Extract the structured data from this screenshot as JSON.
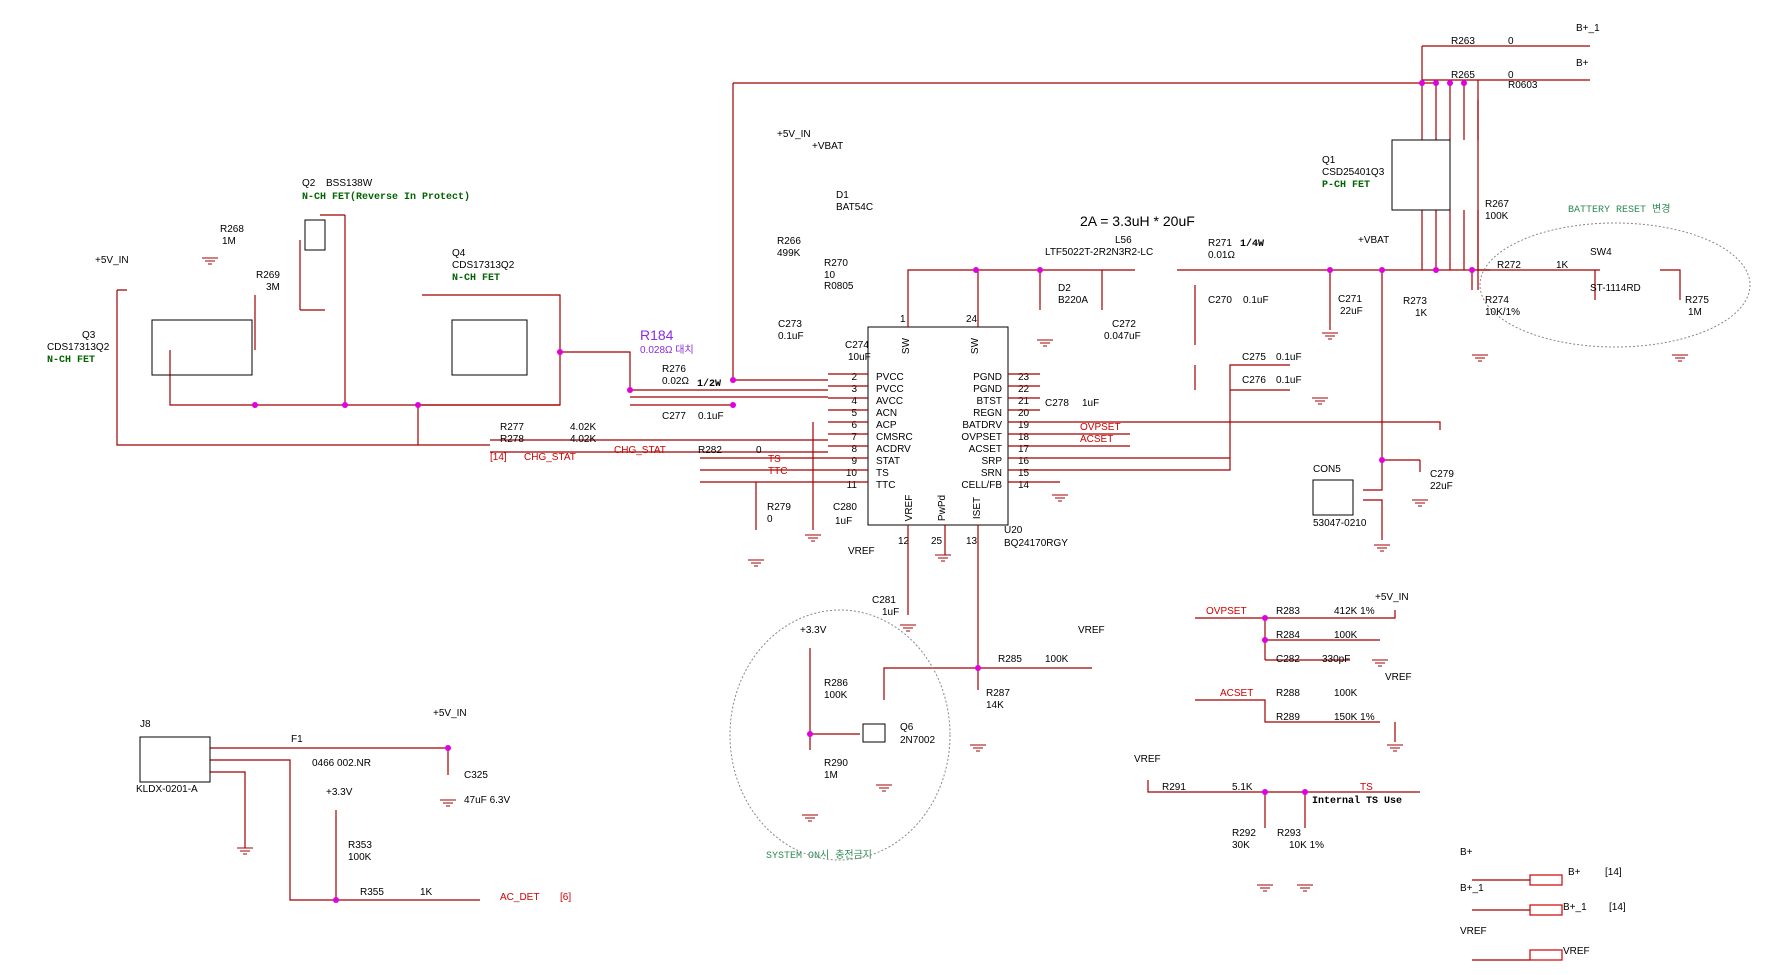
{
  "schematic": {
    "ic": {
      "ref": "U20",
      "part": "BQ24170RGY",
      "left_pins": [
        [
          "2",
          "PVCC"
        ],
        [
          "3",
          "PVCC"
        ],
        [
          "4",
          "AVCC"
        ],
        [
          "5",
          "ACN"
        ],
        [
          "6",
          "ACP"
        ],
        [
          "7",
          "CMSRC"
        ],
        [
          "8",
          "ACDRV"
        ],
        [
          "9",
          "STAT"
        ],
        [
          "10",
          "TS"
        ],
        [
          "11",
          "TTC"
        ]
      ],
      "right_pins": [
        [
          "23",
          "PGND"
        ],
        [
          "22",
          "PGND"
        ],
        [
          "21",
          "BTST"
        ],
        [
          "20",
          "REGN"
        ],
        [
          "19",
          "BATDRV"
        ],
        [
          "18",
          "OVPSET"
        ],
        [
          "17",
          "ACSET"
        ],
        [
          "16",
          "SRP"
        ],
        [
          "15",
          "SRN"
        ],
        [
          "14",
          "CELL/FB"
        ]
      ],
      "top_pins": [
        [
          "1",
          "SW"
        ],
        [
          "24",
          "SW"
        ]
      ],
      "bottom_pins": [
        [
          "12",
          "VREF"
        ],
        [
          "25",
          "PwPd"
        ],
        [
          "13",
          "ISET"
        ]
      ]
    },
    "annotations": {
      "charge": "2A = 3.3uH * 20uF",
      "r184": "R184",
      "r184_val": "0.028Ω 대치",
      "battery_reset": "BATTERY RESET 변경",
      "system_on": "SYSTEM ON시 충전금지",
      "internal_ts": "Internal TS Use",
      "half_watt": "1/2W",
      "quarter_watt": "1/4W"
    },
    "fets": {
      "q1": {
        "ref": "Q1",
        "part": "CSD25401Q3",
        "type": "P-CH FET"
      },
      "q2": {
        "ref": "Q2",
        "part": "BSS138W",
        "type": "N-CH FET(Reverse In Protect)"
      },
      "q3": {
        "ref": "Q3",
        "part": "CDS17313Q2",
        "type": "N-CH FET"
      },
      "q4": {
        "ref": "Q4",
        "part": "CDS17313Q2",
        "type": "N-CH FET"
      },
      "q6": {
        "ref": "Q6",
        "part": "2N7002"
      }
    },
    "nets": {
      "vin": "+5V_IN",
      "vbat": "+VBAT",
      "vref": "VREF",
      "v33": "+3.3V",
      "bplus": "B+",
      "bplus1": "B+_1",
      "ts": "TS",
      "ttc": "TTC",
      "chg_stat": "CHG_STAT",
      "ovpset": "OVPSET",
      "acset": "ACSET",
      "ac_det": "AC_DET",
      "ref14": "[14]",
      "ref6": "[6]"
    },
    "components": [
      {
        "id": "r263",
        "ref": "R263",
        "val": "0"
      },
      {
        "id": "r265",
        "ref": "R265",
        "val": "0",
        "extra": "R0603"
      },
      {
        "id": "r267",
        "ref": "R267",
        "val": "100K"
      },
      {
        "id": "r268",
        "ref": "R268",
        "val": "1M"
      },
      {
        "id": "r269",
        "ref": "R269",
        "val": "3M"
      },
      {
        "id": "r266",
        "ref": "R266",
        "val": "499K"
      },
      {
        "id": "r270",
        "ref": "R270",
        "val": "10",
        "extra": "R0805"
      },
      {
        "id": "d1",
        "ref": "D1",
        "val": "BAT54C"
      },
      {
        "id": "d2",
        "ref": "D2",
        "val": "B220A"
      },
      {
        "id": "l56",
        "ref": "L56",
        "val": "LTF5022T-2R2N3R2-LC"
      },
      {
        "id": "r271",
        "ref": "R271",
        "val": "0.01Ω"
      },
      {
        "id": "c270",
        "ref": "C270",
        "val": "0.1uF"
      },
      {
        "id": "c271",
        "ref": "C271",
        "val": "22uF"
      },
      {
        "id": "c272",
        "ref": "C272",
        "val": "0.047uF"
      },
      {
        "id": "r273",
        "ref": "R273",
        "val": "1K"
      },
      {
        "id": "r272",
        "ref": "R272",
        "val": "1K"
      },
      {
        "id": "r274",
        "ref": "R274",
        "val": "10K/1%"
      },
      {
        "id": "sw4",
        "ref": "SW4",
        "val": "ST-1114RD"
      },
      {
        "id": "r275",
        "ref": "R275",
        "val": "1M"
      },
      {
        "id": "c273",
        "ref": "C273",
        "val": "0.1uF"
      },
      {
        "id": "c274",
        "ref": "C274",
        "val": "10uF"
      },
      {
        "id": "r276",
        "ref": "R276",
        "val": "0.02Ω"
      },
      {
        "id": "c277",
        "ref": "C277",
        "val": "0.1uF"
      },
      {
        "id": "r277",
        "ref": "R277",
        "val": "4.02K"
      },
      {
        "id": "r278",
        "ref": "R278",
        "val": "4.02K"
      },
      {
        "id": "r282",
        "ref": "R282",
        "val": "0"
      },
      {
        "id": "r279",
        "ref": "R279",
        "val": "0"
      },
      {
        "id": "c280",
        "ref": "C280",
        "val": "1uF"
      },
      {
        "id": "c278",
        "ref": "C278",
        "val": "1uF"
      },
      {
        "id": "c275",
        "ref": "C275",
        "val": "0.1uF"
      },
      {
        "id": "c276",
        "ref": "C276",
        "val": "0.1uF"
      },
      {
        "id": "c279",
        "ref": "C279",
        "val": "22uF"
      },
      {
        "id": "con5",
        "ref": "CON5",
        "val": "53047-0210"
      },
      {
        "id": "c281",
        "ref": "C281",
        "val": "1uF"
      },
      {
        "id": "r285",
        "ref": "R285",
        "val": "100K"
      },
      {
        "id": "r287",
        "ref": "R287",
        "val": "14K"
      },
      {
        "id": "r286",
        "ref": "R286",
        "val": "100K"
      },
      {
        "id": "r290",
        "ref": "R290",
        "val": "1M"
      },
      {
        "id": "r283",
        "ref": "R283",
        "val": "412K 1%"
      },
      {
        "id": "r284",
        "ref": "R284",
        "val": "100K"
      },
      {
        "id": "c282",
        "ref": "C282",
        "val": "330pF"
      },
      {
        "id": "r288",
        "ref": "R288",
        "val": "100K"
      },
      {
        "id": "r289",
        "ref": "R289",
        "val": "150K 1%"
      },
      {
        "id": "r291",
        "ref": "R291",
        "val": "5.1K"
      },
      {
        "id": "r292",
        "ref": "R292",
        "val": "30K"
      },
      {
        "id": "r293",
        "ref": "R293",
        "val": "10K 1%"
      },
      {
        "id": "j8",
        "ref": "J8",
        "val": "KLDX-0201-A"
      },
      {
        "id": "f1",
        "ref": "F1",
        "val": "0466 002.NR"
      },
      {
        "id": "c325",
        "ref": "C325",
        "val": "47uF 6.3V"
      },
      {
        "id": "r353",
        "ref": "R353",
        "val": "100K"
      },
      {
        "id": "r355",
        "ref": "R355",
        "val": "1K"
      }
    ]
  }
}
